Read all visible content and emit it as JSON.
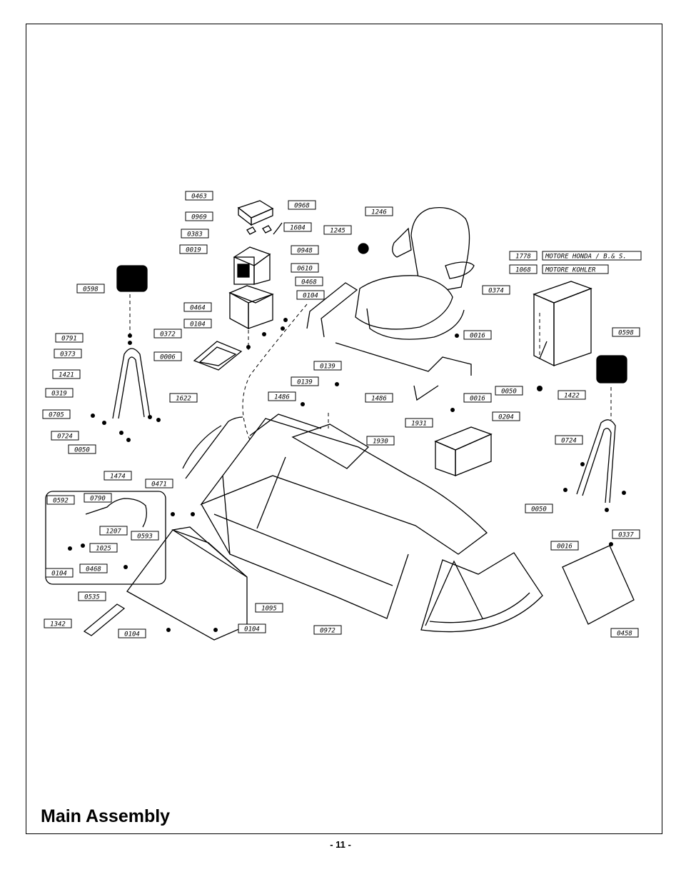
{
  "page": {
    "title": "Main Assembly",
    "page_number": "- 11 -"
  },
  "labels": [
    {
      "id": "0463"
    },
    {
      "id": "0968"
    },
    {
      "id": "0969"
    },
    {
      "id": "1604"
    },
    {
      "id": "0383"
    },
    {
      "id": "0019"
    },
    {
      "id": "0948"
    },
    {
      "id": "0610"
    },
    {
      "id": "0468"
    },
    {
      "id": "0104"
    },
    {
      "id": "0464"
    },
    {
      "id": "0104"
    },
    {
      "id": "1246"
    },
    {
      "id": "1245"
    },
    {
      "id": "0598"
    },
    {
      "id": "0791"
    },
    {
      "id": "0372"
    },
    {
      "id": "0373"
    },
    {
      "id": "0006"
    },
    {
      "id": "1421"
    },
    {
      "id": "1622"
    },
    {
      "id": "0319"
    },
    {
      "id": "0705"
    },
    {
      "id": "0724"
    },
    {
      "id": "0050"
    },
    {
      "id": "0139"
    },
    {
      "id": "0139"
    },
    {
      "id": "1486"
    },
    {
      "id": "1486"
    },
    {
      "id": "1931"
    },
    {
      "id": "0016"
    },
    {
      "id": "0374"
    },
    {
      "id": "1778"
    },
    {
      "id": "1068"
    },
    {
      "id": "0598"
    },
    {
      "id": "0050"
    },
    {
      "id": "1422"
    },
    {
      "id": "0016"
    },
    {
      "id": "0204"
    },
    {
      "id": "1930"
    },
    {
      "id": "0724"
    },
    {
      "id": "1474"
    },
    {
      "id": "0471"
    },
    {
      "id": "0592"
    },
    {
      "id": "0790"
    },
    {
      "id": "1207"
    },
    {
      "id": "0593"
    },
    {
      "id": "1025"
    },
    {
      "id": "0104"
    },
    {
      "id": "0468"
    },
    {
      "id": "0050"
    },
    {
      "id": "0337"
    },
    {
      "id": "0016"
    },
    {
      "id": "0535"
    },
    {
      "id": "1095"
    },
    {
      "id": "1342"
    },
    {
      "id": "0104"
    },
    {
      "id": "0104"
    },
    {
      "id": "0972"
    },
    {
      "id": "0458"
    }
  ],
  "engine_labels": [
    {
      "text": "MOTORE HONDA / B.& S."
    },
    {
      "text": "MOTORE KOHLER"
    }
  ]
}
